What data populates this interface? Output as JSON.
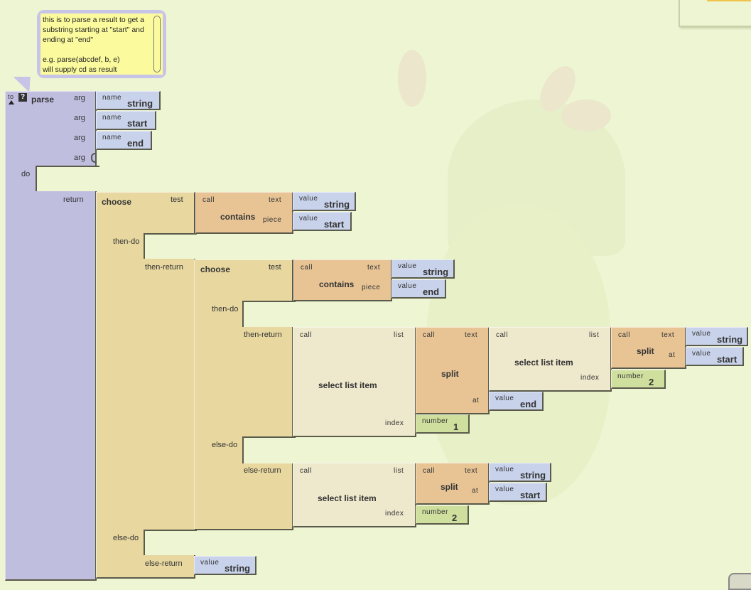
{
  "comment": {
    "text": "this is to parse a result to get a\nsubstring starting at \"start\" and\nending at \"end\"\n\ne.g. parse(abcdef, b, e)\nwill supply cd as result"
  },
  "procedure": {
    "keyword": "to",
    "help_icon": "?",
    "name": "parse",
    "arg_label": "arg",
    "name_label": "name",
    "args": [
      "string",
      "start",
      "end"
    ],
    "do_label": "do",
    "return_label": "return"
  },
  "outer_choose": {
    "title": "choose",
    "test_label": "test",
    "then_do_label": "then-do",
    "then_return_label": "then-return",
    "else_do_label": "else-do",
    "else_return_label": "else-return",
    "test": {
      "call_label": "call",
      "name": "contains",
      "text_label": "text",
      "piece_label": "piece",
      "text_value": {
        "label": "value",
        "name": "string"
      },
      "piece_value": {
        "label": "value",
        "name": "start"
      }
    },
    "else_return_value": {
      "label": "value",
      "name": "string"
    }
  },
  "inner_choose": {
    "title": "choose",
    "test_label": "test",
    "then_do_label": "then-do",
    "then_return_label": "then-return",
    "else_do_label": "else-do",
    "else_return_label": "else-return",
    "test": {
      "call_label": "call",
      "name": "contains",
      "text_label": "text",
      "piece_label": "piece",
      "text_value": {
        "label": "value",
        "name": "string"
      },
      "piece_value": {
        "label": "value",
        "name": "end"
      }
    },
    "then_return": {
      "call_label": "call",
      "name": "select list item",
      "list_label": "list",
      "index_label": "index",
      "list": {
        "call_label": "call",
        "name": "split",
        "text_label": "text",
        "at_label": "at",
        "text": {
          "call_label": "call",
          "name": "select list item",
          "list_label": "list",
          "index_label": "index",
          "list": {
            "call_label": "call",
            "name": "split",
            "text_label": "text",
            "at_label": "at",
            "text_value": {
              "label": "value",
              "name": "string"
            },
            "at_value": {
              "label": "value",
              "name": "start"
            }
          },
          "index": {
            "label": "number",
            "value": "2"
          }
        },
        "at_value": {
          "label": "value",
          "name": "end"
        }
      },
      "index": {
        "label": "number",
        "value": "1"
      }
    },
    "else_return": {
      "call_label": "call",
      "name": "select list item",
      "list_label": "list",
      "index_label": "index",
      "list": {
        "call_label": "call",
        "name": "split",
        "text_label": "text",
        "at_label": "at",
        "text_value": {
          "label": "value",
          "name": "string"
        },
        "at_value": {
          "label": "value",
          "name": "start"
        }
      },
      "index": {
        "label": "number",
        "value": "2"
      }
    }
  }
}
